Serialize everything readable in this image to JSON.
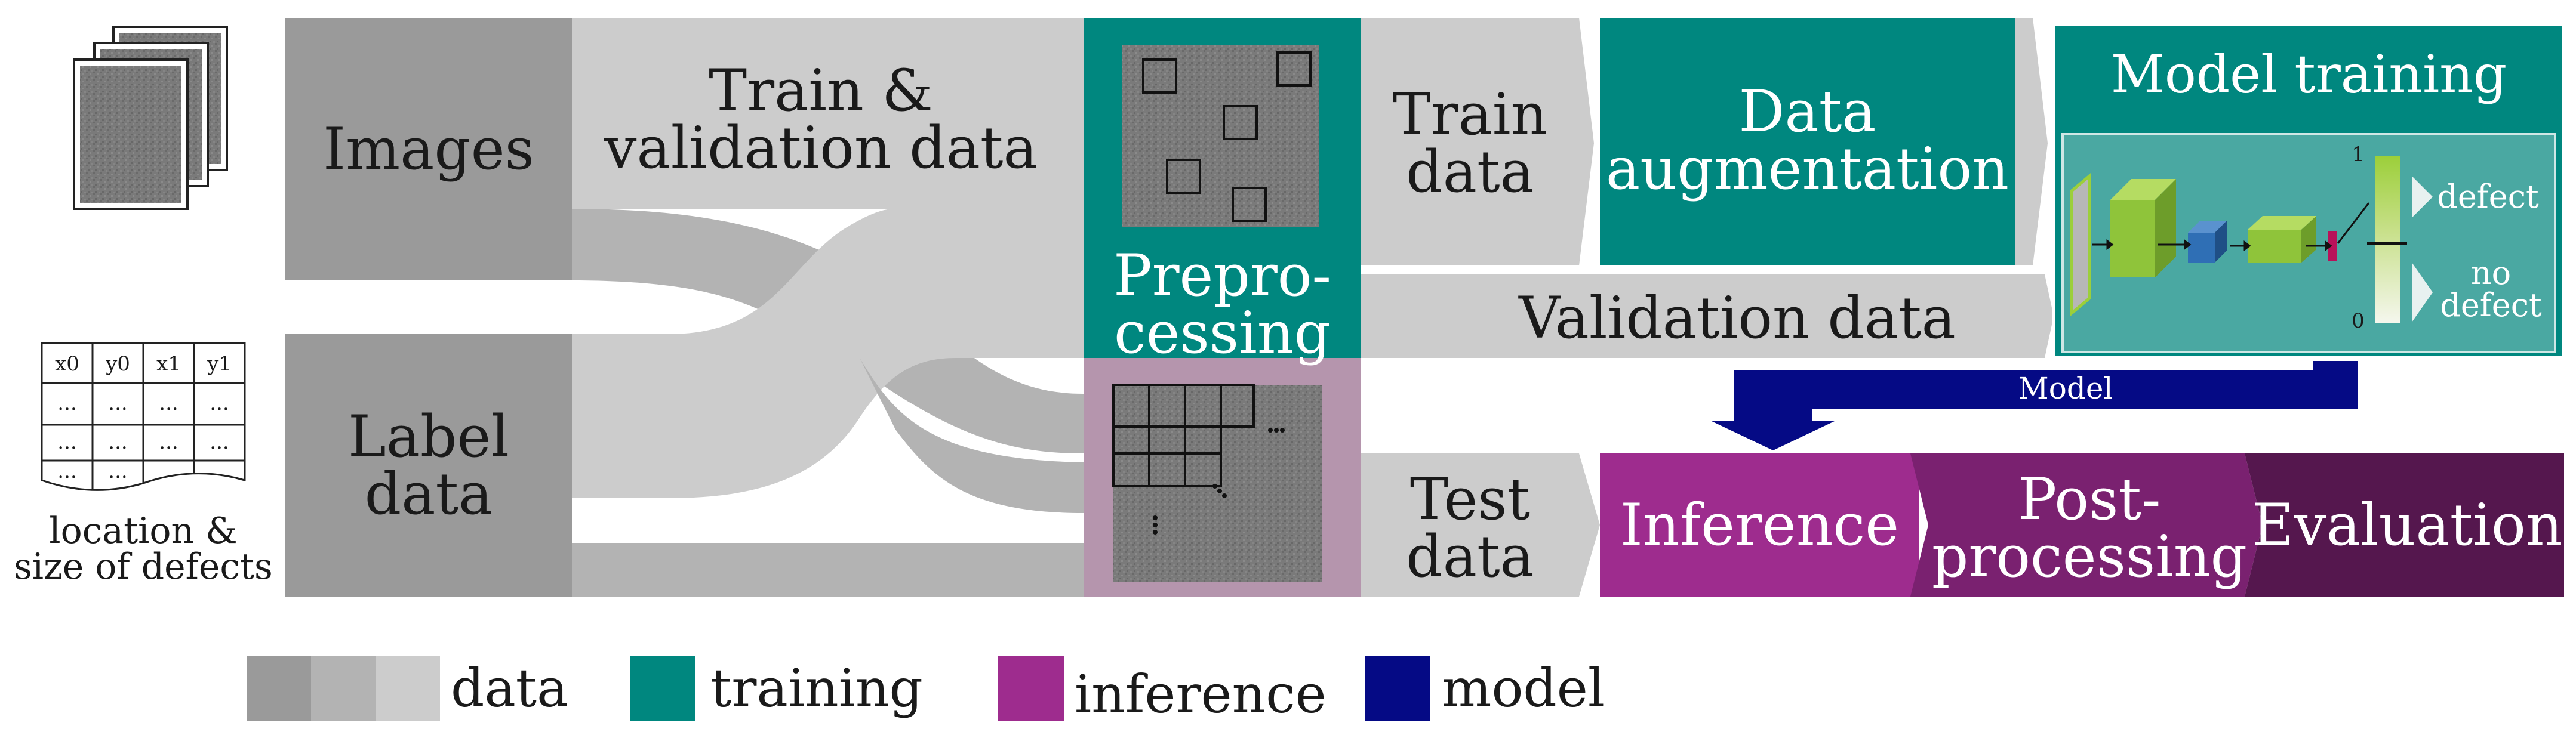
{
  "stages": {
    "images": "Images",
    "label_data": "Label data",
    "train_validation": "Train &\nvalidation data",
    "preprocessing": "Prepro-\ncessing",
    "train_data": "Train\ndata",
    "validation_data": "Validation data",
    "test_data": "Test\ndata",
    "data_augmentation": "Data\naugmentation",
    "model_training": "Model training",
    "inference": "Inference",
    "post_processing": "Post-\nprocessing",
    "evaluation": "Evaluation",
    "model_arrow": "Model"
  },
  "classifier": {
    "scale_top": "1",
    "scale_bottom": "0",
    "defect": "defect",
    "no_defect": "no\ndefect"
  },
  "label_table": {
    "headers": [
      "x0",
      "y0",
      "x1",
      "y1"
    ],
    "ellipsis": "...",
    "caption": "location &\nsize of defects"
  },
  "legend": [
    {
      "label": "data",
      "colors": [
        "#9a9a9a",
        "#b3b3b3",
        "#cccccc"
      ]
    },
    {
      "label": "training",
      "colors": [
        "#00877f"
      ]
    },
    {
      "label": "inference",
      "colors": [
        "#9e2c8e"
      ]
    },
    {
      "label": "model",
      "colors": [
        "#050a85"
      ]
    }
  ],
  "colors": {
    "data_dark": "#9a9a9a",
    "data_mid": "#b3b3b3",
    "data_light": "#cccccc",
    "training": "#00877f",
    "training_inner": "#4aa8a2",
    "inference": "#9e2c8e",
    "post_processing": "#7a2170",
    "evaluation": "#55174e",
    "preprocessing_lower": "#b595ad",
    "model": "#050a85"
  }
}
